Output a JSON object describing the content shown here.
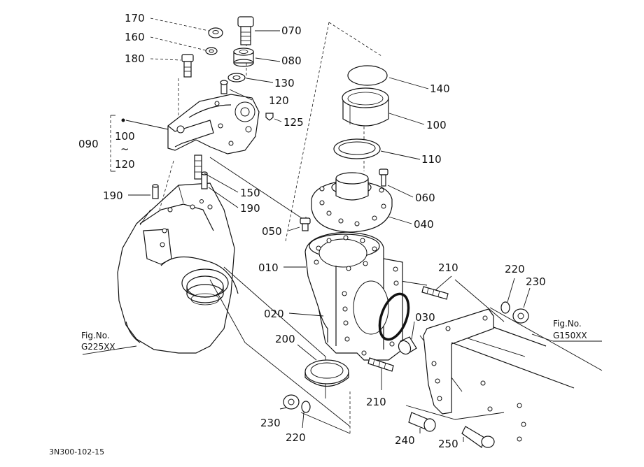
{
  "labels": {
    "p170": "170",
    "p160": "160",
    "p180": "180",
    "p070": "070",
    "p080": "080",
    "p130": "130",
    "p120": "120",
    "p125": "125",
    "p090": "090",
    "p100r": "100",
    "ptilde": "~",
    "p120r": "120",
    "p140": "140",
    "p100": "100",
    "p110": "110",
    "p060": "060",
    "p150": "150",
    "p190a": "190",
    "p190b": "190",
    "p050": "050",
    "p040": "040",
    "p010": "010",
    "p210a": "210",
    "p220a": "220",
    "p230a": "230",
    "p020": "020",
    "p030": "030",
    "p200": "200",
    "p210b": "210",
    "p230b": "230",
    "p220b": "220",
    "p240": "240",
    "p250": "250"
  },
  "figrefs": {
    "left_prefix": "Fig.No.",
    "left_code": "G225XX",
    "right_prefix": "Fig.No.",
    "right_code": "G150XX"
  },
  "drawing_code": "3N300-102-15"
}
